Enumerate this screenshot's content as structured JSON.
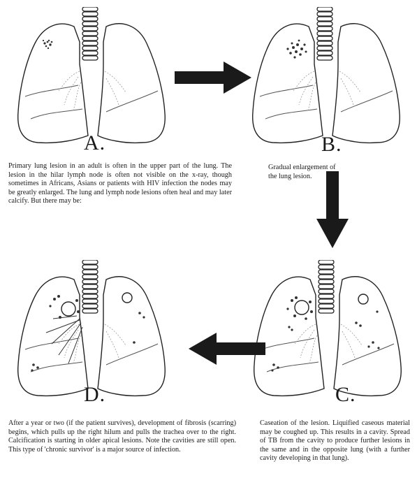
{
  "panels": [
    {
      "id": "A",
      "label": "A."
    },
    {
      "id": "B",
      "label": "B."
    },
    {
      "id": "C",
      "label": "C."
    },
    {
      "id": "D",
      "label": "D."
    }
  ],
  "captions": {
    "A": "Primary lung lesion in an adult is often in the upper part of the lung. The lesion in the hilar lymph node is often not visible on the x-ray, though sometimes in Africans, Asians or patients with HIV infection the nodes may be greatly enlarged. The lung and lymph node lesions often heal and may later calcify. But there may be:",
    "B": "Gradual enlargement of the lung lesion.",
    "C": "Caseation of the lesion. Liquified caseous material may be coughed up. This results in a cavity. Spread of TB from the cavity to produce further lesions in the same and in the opposite lung (with a further cavity developing in that lung).",
    "D": "After a year or two (if the patient survives), development of fibrosis (scarring) begins, which pulls up the right hilum and pulls the trachea over to the right. Calcification is starting in older apical lesions. Note the cavities are still open. This type of 'chronic survivor' is a major source of infection."
  }
}
